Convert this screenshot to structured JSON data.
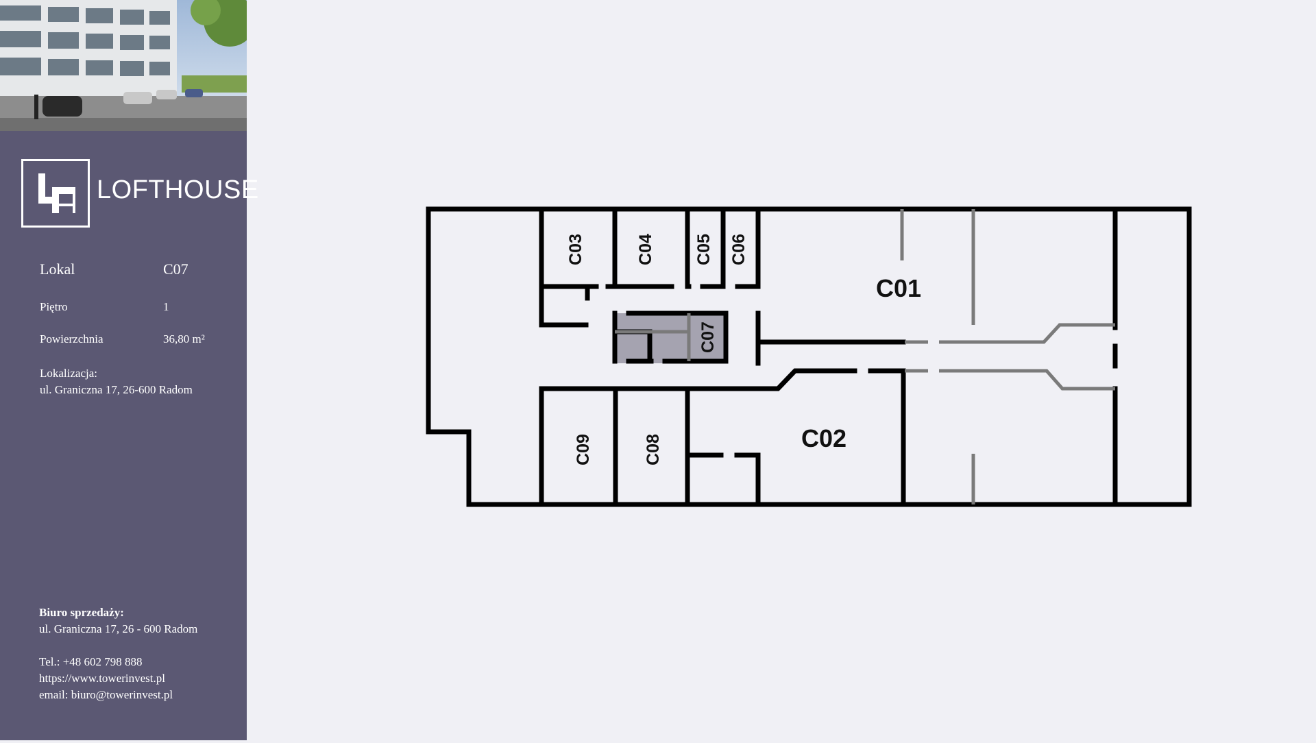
{
  "brand": {
    "name": "LOFTHOUSE"
  },
  "unit": {
    "label_lokal": "Lokal",
    "value_lokal": "C07",
    "label_pietro": "Piętro",
    "value_pietro": "1",
    "label_powierzchnia": "Powierzchnia",
    "value_powierzchnia": "36,80 m²",
    "label_lokalizacja": "Lokalizacja:",
    "value_lokalizacja": "ul. Graniczna 17, 26-600 Radom"
  },
  "contact": {
    "title": "Biuro sprzedaży:",
    "address": "ul. Graniczna 17, 26 - 600 Radom",
    "phone": "Tel.: +48  602 798 888",
    "website": "https://www.towerinvest.pl",
    "email": "email: biuro@towerinvest.pl"
  },
  "floorplan": {
    "selected_unit": "C07",
    "highlight_color": "#a5a3b0",
    "rooms": [
      "C01",
      "C02",
      "C03",
      "C04",
      "C05",
      "C06",
      "C07",
      "C08",
      "C09"
    ]
  }
}
